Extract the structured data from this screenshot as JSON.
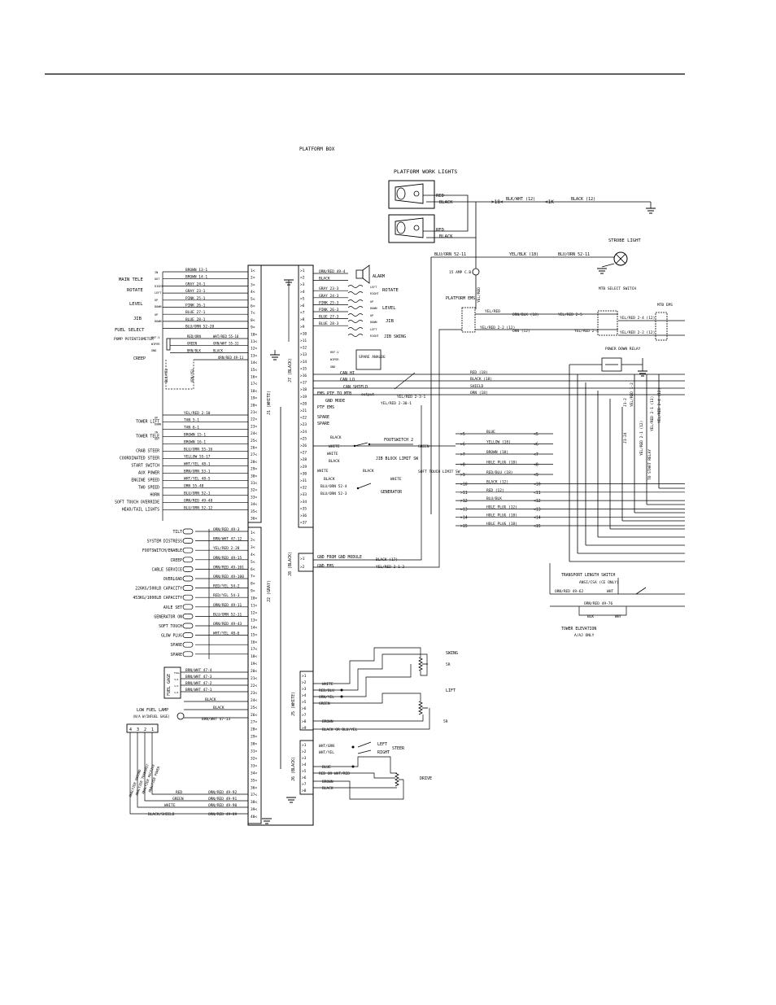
{
  "title": "PLATFORM BOX",
  "work_lights": {
    "title": "PLATFORM WORK LIGHTS",
    "wires": [
      "RED",
      "BLACK",
      "RED",
      "BLACK"
    ],
    "bus": [
      "BLK/WHT (12)",
      "BLACK (12)"
    ]
  },
  "strobe": {
    "title": "STROBE LIGHT",
    "wires": [
      "BLU/ORN 52-11",
      "YEL/BLK (18)",
      "BLU/ORN 52-11"
    ]
  },
  "fuse": "15 AMP C.B.",
  "fuse_wire": "YEL/RED",
  "platform_ems": {
    "title": "PLATFORM EMS",
    "wires": [
      "YEL/RED",
      "ORN/BLK (18)",
      "YEL/RED 2-5",
      "YEL/RED 2-2 (12)",
      "ORN (12)",
      "YEL/RED 2-4"
    ]
  },
  "mtb_switch": {
    "title": "MTB SELECT SWITCH",
    "wires": [
      "YEL/RED 2-4 (12)",
      "YEL/RED 2-2 (12)"
    ]
  },
  "mtb_ems": "MTB EMS",
  "power_down": "POWER DOWN RELAY",
  "right_vertical": [
    "J1-2",
    "YEL/RED 1-2",
    "YEL/RED 2-1 (11)",
    "YEL/RED 2-4 (12)",
    "J1-24",
    "YEL/RED 2-1 (12)",
    "TO START RELAY"
  ],
  "left_panel": {
    "groups": [
      {
        "title": "MAIN TELE",
        "io": [
          "IN",
          "OUT"
        ],
        "wires": [
          "BROWN 13-1",
          "BROWN 14-1"
        ]
      },
      {
        "title": "ROTATE",
        "io": [
          "RIGHT",
          "LEFT"
        ],
        "wires": [
          "GRAY 24-1",
          "GRAY 23-1"
        ]
      },
      {
        "title": "LEVEL",
        "io": [
          "UP",
          "DOWN"
        ],
        "wires": [
          "PINK 25-1",
          "PINK 26-1"
        ]
      },
      {
        "title": "JIB",
        "io": [
          "UP",
          "DOWN"
        ],
        "wires": [
          "BLUE 27-1",
          "BLUE 28-1"
        ]
      },
      {
        "title": "FUEL SELECT",
        "io": [],
        "wires": [
          "BLU/ORN 52-20"
        ]
      }
    ],
    "pump": {
      "title": "PUMP POTENTIOMETER",
      "io": [
        "REF.V",
        "WIPER",
        "GND"
      ],
      "wires": [
        "RED/ORN",
        "GREEN",
        "BRN/BLK",
        "WHT/RED 55-18",
        "GRN/WHT 55-31",
        "BLACK"
      ]
    },
    "creep": {
      "title": "CREEP",
      "wires": [
        "BLU/YEL",
        "ORN/YEL",
        "ORN/RED 49-11"
      ]
    },
    "j1_lower": [
      {
        "label": "",
        "wire": "YEL/RED 2-10"
      },
      {
        "label": "TOWER LIFT",
        "io": [
          "UP",
          "DOWN"
        ],
        "wire": "TAN 5-1"
      },
      {
        "label": "",
        "wire": "TAN 6-1"
      },
      {
        "label": "TOWER TELE",
        "io": [
          "IN",
          "OUT"
        ],
        "wire": "BROWN 15-1"
      },
      {
        "label": "",
        "wire": "BROWN 16-1"
      },
      {
        "label": "CRAB STEER",
        "wire": "BLU/ORN 55-16"
      },
      {
        "label": "COORDINATED STEER",
        "wire": "YELLOW 55-17"
      },
      {
        "label": "START SWITCH",
        "wire": "WHT/YEL 48-1"
      },
      {
        "label": "AUX POWER",
        "wire": "BRN/ORN 53-1"
      },
      {
        "label": "ENGINE SPEED",
        "wire": "WHT/YEL 48-5"
      },
      {
        "label": "TWO SPEED",
        "wire": "ORN 55-48"
      },
      {
        "label": "HORN",
        "wire": "BLU/ORN 52-1"
      },
      {
        "label": "SOFT TOUCH OVERRIDE",
        "wire": "ORN/RED 49-48"
      },
      {
        "label": "HEAD/TAIL LIGHTS",
        "wire": "BLU/ORN 52-12"
      }
    ],
    "j2_lamps": [
      {
        "label": "TILT",
        "wire": "ORN/RED 49-3"
      },
      {
        "label": "SYSTEM DISTRESS",
        "wire": "BRN/WHT 47-12"
      },
      {
        "label": "FOOTSWITCH/ENABLE",
        "wire": "YEL/RED 2-28"
      },
      {
        "label": "CREEP",
        "wire": "ORN/RED 49-15"
      },
      {
        "label": "CABLE SERVICE",
        "wire": "ORN/RED 49-101"
      },
      {
        "label": "OVERLOAD",
        "wire": "ORN/RED 49-100"
      },
      {
        "label": "226KG/500LB CAPACITY",
        "wire": "RED/YEL 54-2"
      },
      {
        "label": "453KG/1000LB CAPACITY",
        "wire": "RED/YEL 54-3"
      },
      {
        "label": "AXLE SET",
        "wire": "ORN/RED 49-11"
      },
      {
        "label": "GENERATOR ON",
        "wire": "BLU/ORN 52-11"
      },
      {
        "label": "SOFT TOUCH",
        "wire": "ORN/RED 49-43"
      },
      {
        "label": "GLOW PLUG",
        "wire": "WHT/YEL 48-6"
      },
      {
        "label": "SPARE",
        "wire": ""
      },
      {
        "label": "SPARE",
        "wire": ""
      }
    ],
    "fuel_gage": {
      "title": "FUEL GAGE",
      "levels": [
        "FULL",
        "3/4",
        "1/2",
        "1/4"
      ],
      "wires": [
        "BRN/WHT 47-4",
        "BRN/WHT 47-3",
        "BRN/WHT 47-2",
        "BRN/WHT 47-1",
        "BLACK"
      ]
    },
    "low_fuel": {
      "title": "LOW FUEL LAMP",
      "sub": "(N/A W/INFUEL GAGE)",
      "wires": [
        "BLACK",
        "BRN/WHT 47-13"
      ]
    },
    "analyzer": {
      "pins": [
        "4",
        "3",
        "2",
        "1"
      ],
      "labels": [
        "ANALYZER GROUND",
        "ANALYZER TRANSMIT",
        "ANALYZER RECEIVE",
        "ANALYZER POWER"
      ],
      "wires": [
        "RED",
        "GREEN",
        "WHITE",
        "BLACK/SHIELD",
        "ORN/RED 49-92",
        "ORN/RED 49-91",
        "ORN/RED 49-90",
        "ORN/RED 49-89"
      ]
    }
  },
  "connectors": {
    "j1": "J1 (WHITE)",
    "j2": "J2 (GRAY)",
    "j7": "J7 (BLACK)",
    "j8": "J8 (BLACK)",
    "j5": "J5 (WHITE)",
    "j6": "J6 (BLACK)"
  },
  "j7_side": {
    "wires": [
      "ORN/RED 49-4",
      "BLACK",
      "GRAY 23-3",
      "GRAY 24-3",
      "PINK 25-3",
      "PINK 26-3",
      "BLUE 27-3",
      "BLUE 28-3"
    ],
    "alarm": "ALARM",
    "switch_labels": [
      "ROTATE",
      "LEVEL",
      "JIB",
      "JIB SWING"
    ],
    "switch_io": [
      "LEFT",
      "RIGHT",
      "UP",
      "DOWN",
      "UP",
      "DOWN",
      "LEFT",
      "RIGHT"
    ],
    "spare_analog": "SPARE ANALOG",
    "analog_pins": [
      "REF.V",
      "WIPER",
      "GND"
    ],
    "can": [
      "CAN HI",
      "CAN LO",
      "CAN SHIELD",
      "EMS PTF TO MTB",
      "GND MODE",
      "PTF EMS"
    ],
    "can_wires": [
      "RED (18)",
      "BLACK (18)",
      "SHIELD",
      "ORN (18)",
      "YEL/RED 2-3-1",
      "YEL/RED 2-30-1",
      "output"
    ],
    "spares": [
      "SPARE",
      "SPARE"
    ],
    "footswitch": {
      "title": "FOOTSWITCH 2",
      "wires": [
        "BLACK",
        "WHITE",
        "WHITE",
        "BLACK",
        "GREEN"
      ]
    },
    "jib_block": "JIB BLOCK LIMIT SW",
    "soft_touch": {
      "title": "SOFT TOUCH LIMIT SW",
      "wires": [
        "WHITE",
        "BLACK",
        "BLACK",
        "WHITE"
      ]
    },
    "generator": {
      "title": "GENERATOR",
      "wires": [
        "BLU/ORN 52-4",
        "BLU/ORN 52-3"
      ]
    }
  },
  "center_bus": [
    {
      "wire": "BLUE",
      "pin": "5"
    },
    {
      "wire": "YELLOW (18)",
      "pin": "6"
    },
    {
      "wire": "BROWN (18)",
      "pin": "7"
    },
    {
      "wire": "HOLE PLUG (18)",
      "pin": "8"
    },
    {
      "wire": "RED/BLU (18)",
      "pin": "9"
    },
    {
      "wire": "BLACK (12)",
      "pin": "10"
    },
    {
      "wire": "RED (12)",
      "pin": "11"
    },
    {
      "wire": "BLU/BLK",
      "pin": "12"
    },
    {
      "wire": "HOLE PLUG (12)",
      "pin": "13"
    },
    {
      "wire": "HOLE PLUG (18)",
      "pin": "14"
    },
    {
      "wire": "HOLE PLUG (18)",
      "pin": "15"
    }
  ],
  "j8": {
    "wires": [
      "GND FROM GND MODULE",
      "GND EMS"
    ],
    "right": [
      "BLACK (17)",
      "YEL/RED 2-1-2"
    ]
  },
  "transport": {
    "title": "TRANSPORT LENGTH SWITCH",
    "sub": "ANSI/CSA (CE ONLY)",
    "wires": [
      "ORN/RED 49-62",
      "WHT",
      "ORN/RED 49-76",
      "BLK",
      "WHT"
    ]
  },
  "tower_elev": {
    "title": "TOWER ELEVATION",
    "sub": "A/AJ ONLY"
  },
  "j5": {
    "wires": [
      "WHITE",
      "RED/BLU",
      "ORN/YEL",
      "GREEN",
      "BROWN",
      "BLACK OR BLU/YEL"
    ],
    "swing": "SWING",
    "swing_sub": "5R",
    "lift": "LIFT",
    "lift_sub": "5R"
  },
  "j6": {
    "wires": [
      "WHT/GRN",
      "WHT/YEL",
      "BLUE",
      "RED OR WHT/RED",
      "BROWN",
      "BLACK"
    ],
    "steer": [
      "LEFT",
      "RIGHT"
    ],
    "steer_title": "STEER",
    "drive": "DRIVE"
  }
}
